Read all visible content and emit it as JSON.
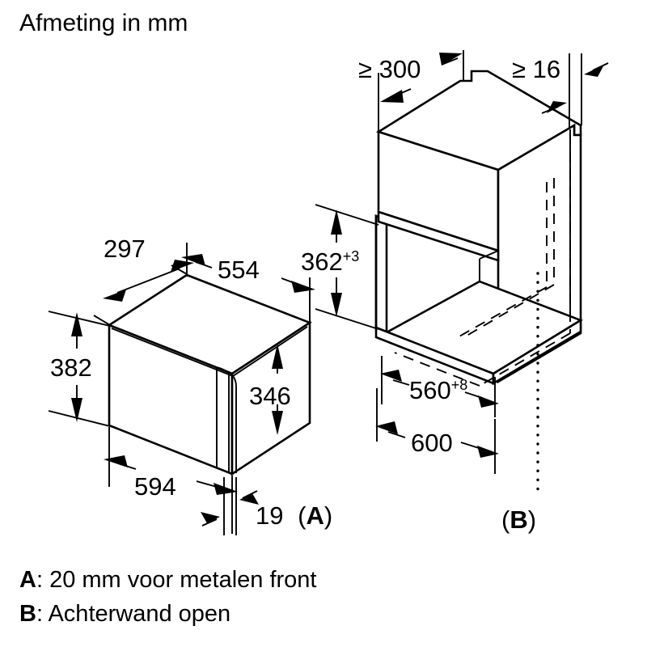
{
  "title": "Afmeting in mm",
  "appliance": {
    "name": "built-in-microwave-appliance",
    "dimensions": {
      "depth_top_left": "297",
      "width_top_right": "554",
      "height_left": "382",
      "height_right": "346",
      "width_front": "594",
      "door_thickness": "19 (A)",
      "door_thickness_value": "19",
      "door_thickness_ref": "A"
    }
  },
  "cabinet": {
    "name": "installation-niche-cabinet",
    "dimensions": {
      "top_clearance": "≥ 300",
      "side_clearance": "≥ 16",
      "niche_height": "362",
      "niche_height_tolerance": "+3",
      "niche_width": "560",
      "niche_width_tolerance": "+8",
      "cabinet_width": "600",
      "back_wall_ref": "(B)"
    }
  },
  "notes": [
    {
      "ref": "A",
      "separator": ": ",
      "text": "20 mm voor metalen front"
    },
    {
      "ref": "B",
      "separator": ": ",
      "text": "Achterwand open"
    }
  ],
  "colors": {
    "line": "#000000",
    "background": "#ffffff",
    "fill": "#ffffff"
  }
}
